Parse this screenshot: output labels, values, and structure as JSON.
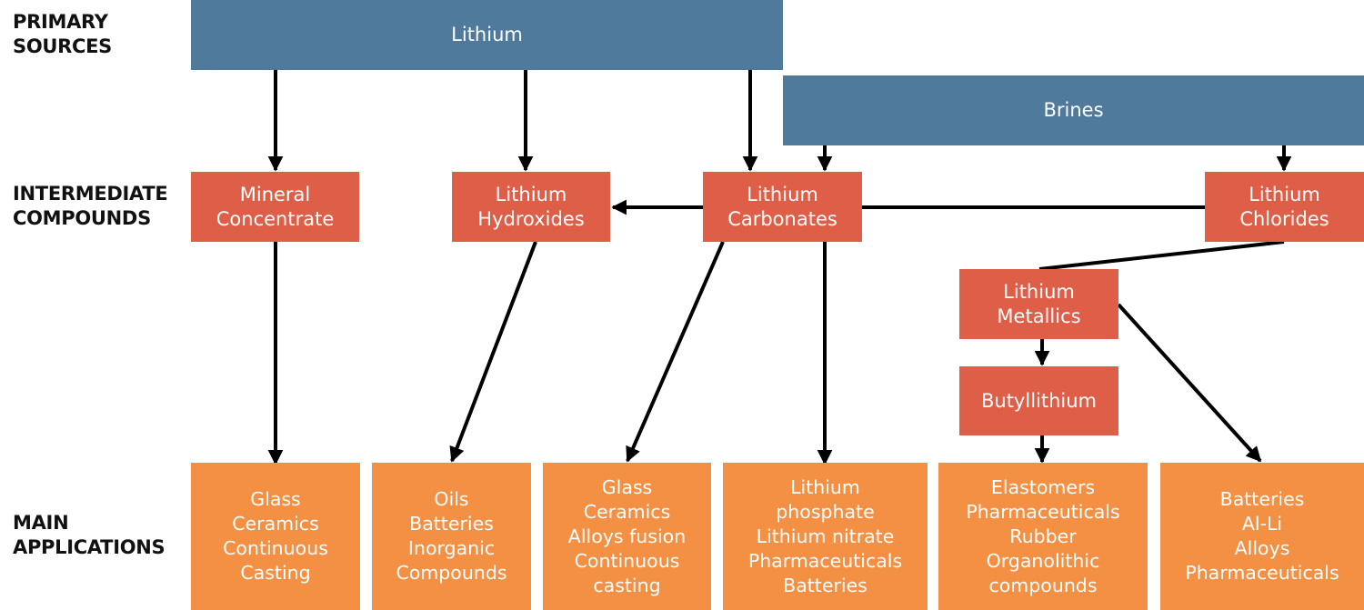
{
  "row_labels": {
    "primary": [
      "PRIMARY",
      "SOURCES"
    ],
    "intermediate": [
      "INTERMEDIATE",
      "COMPOUNDS"
    ],
    "applications": [
      "MAIN",
      "APPLICATIONS"
    ]
  },
  "sources": {
    "lithium": "Lithium",
    "brines": "Brines"
  },
  "intermediates": {
    "mineral_concentrate": [
      "Mineral",
      "Concentrate"
    ],
    "lithium_hydroxides": [
      "Lithium",
      "Hydroxides"
    ],
    "lithium_carbonates": [
      "Lithium",
      "Carbonates"
    ],
    "lithium_chlorides": [
      "Lithium",
      "Chlorides"
    ],
    "lithium_metallics": [
      "Lithium",
      "Metallics"
    ],
    "butyllithium": "Butyllithium"
  },
  "applications": [
    [
      "Glass",
      "Ceramics",
      "Continuous",
      "Casting"
    ],
    [
      "Oils",
      "Batteries",
      "Inorganic",
      "Compounds"
    ],
    [
      "Glass",
      "Ceramics",
      "Alloys fusion",
      "Continuous",
      "casting"
    ],
    [
      "Lithium",
      "phosphate",
      "Lithium nitrate",
      "Pharmaceuticals",
      "Batteries"
    ],
    [
      "Elastomers",
      "Pharmaceuticals",
      "Rubber",
      "Organolithic",
      "compounds"
    ],
    [
      "Batteries",
      "Al-Li",
      "Alloys",
      "Pharmaceuticals"
    ]
  ],
  "colors": {
    "source": "#4f7a9c",
    "intermediate": "#df5e48",
    "application": "#f39043",
    "arrow": "#000000"
  }
}
